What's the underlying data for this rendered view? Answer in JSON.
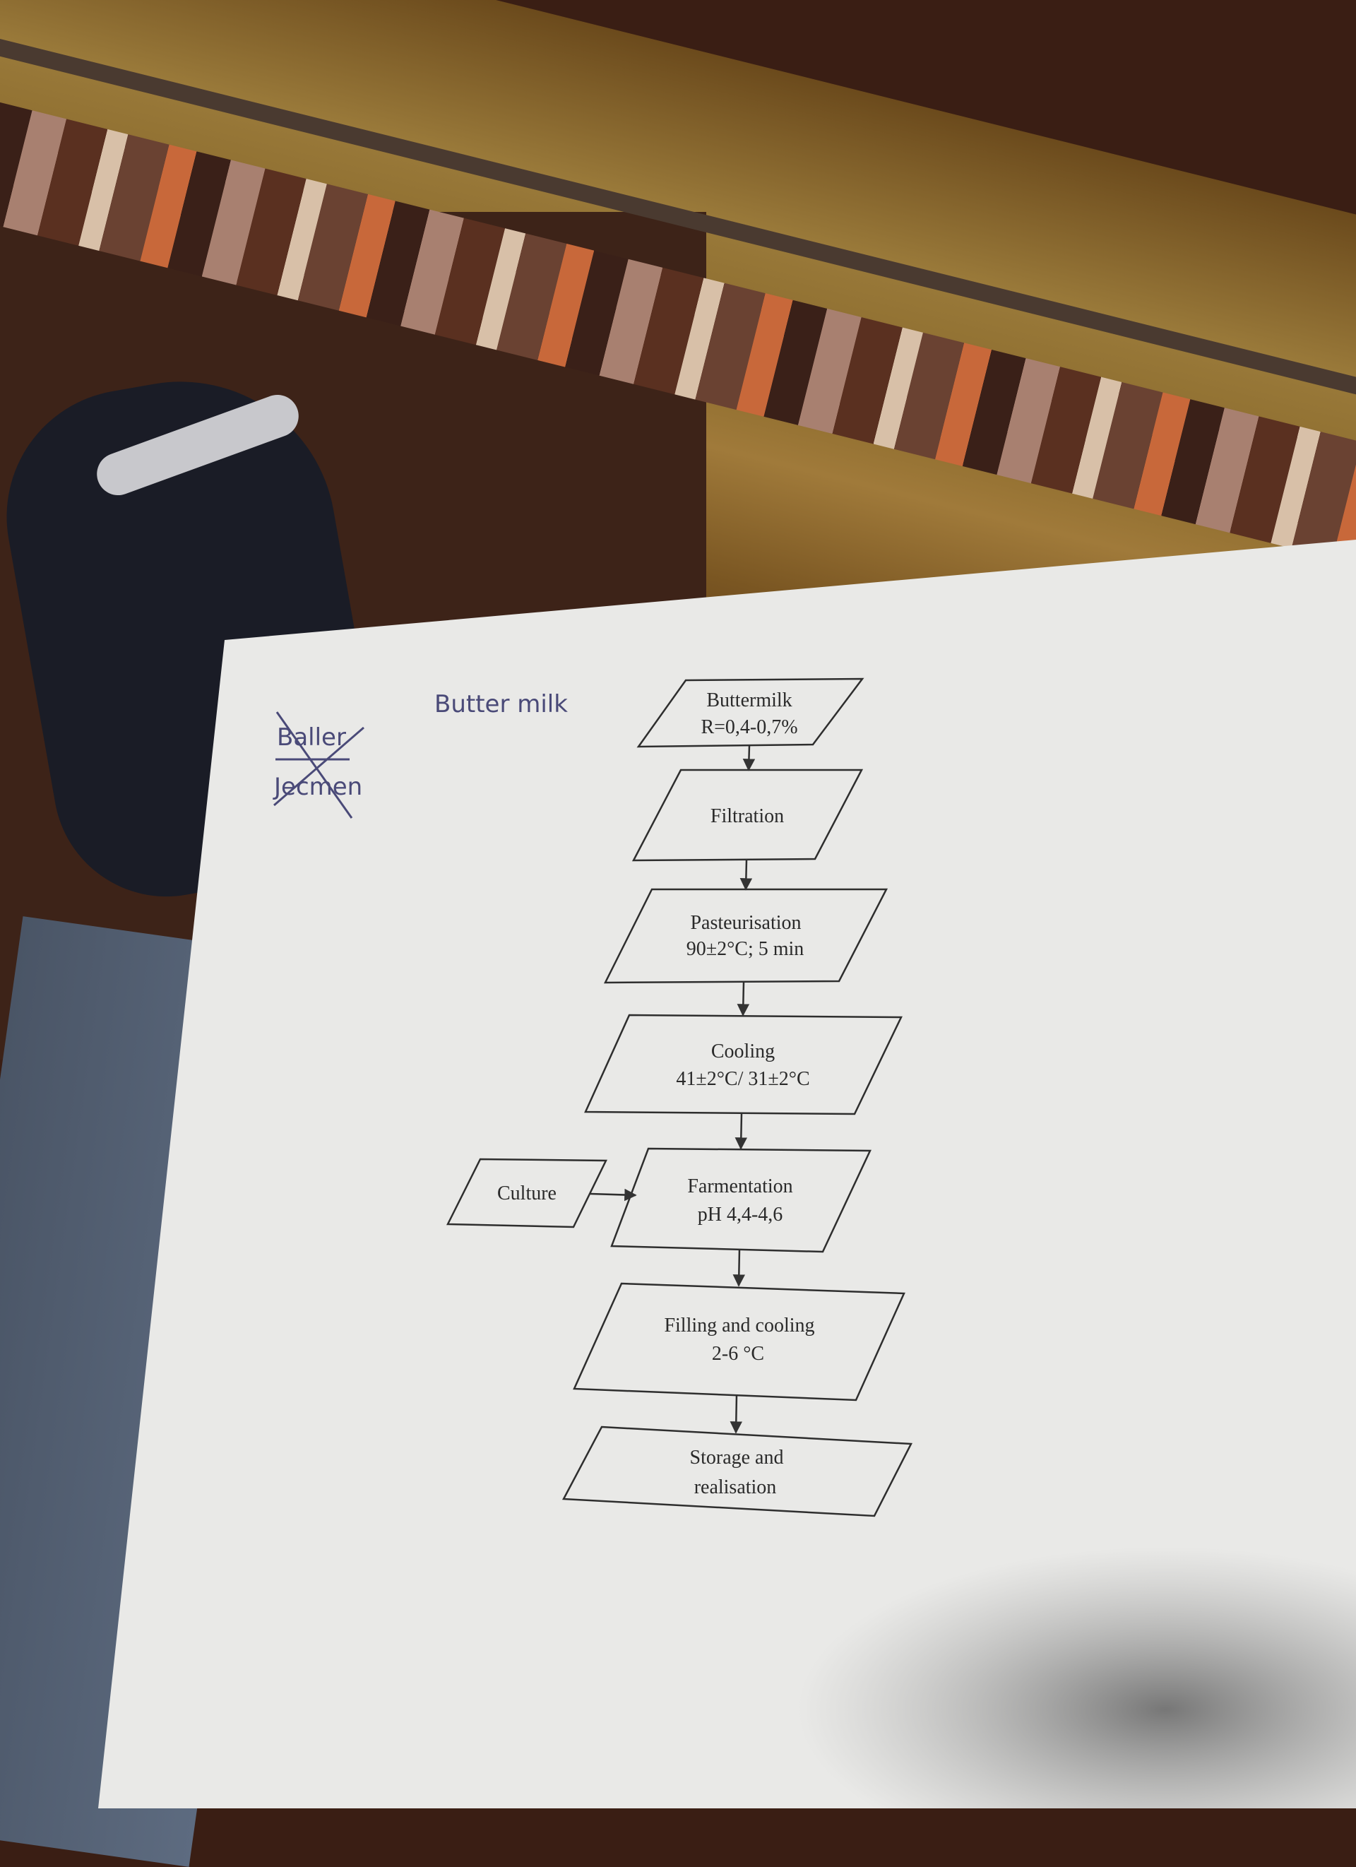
{
  "annotations": {
    "handwritten_title": "Butter milk",
    "crossed_out_line1": "Baller",
    "crossed_out_line2": "Jecmen"
  },
  "flowchart": {
    "steps": [
      {
        "line1": "Buttermilk",
        "line2": "R=0,4-0,7%"
      },
      {
        "line1": "Filtration",
        "line2": ""
      },
      {
        "line1": "Pasteurisation",
        "line2": "90±2°C; 5 min"
      },
      {
        "line1": "Cooling",
        "line2": "41±2°C/ 31±2°C"
      },
      {
        "line1": "Farmentation",
        "line2": "pH 4,4-4,6"
      },
      {
        "line1": "Filling and cooling",
        "line2": "2-6 °C"
      },
      {
        "line1": "Storage and",
        "line2": "realisation"
      }
    ],
    "side_input": {
      "label": "Culture"
    }
  }
}
